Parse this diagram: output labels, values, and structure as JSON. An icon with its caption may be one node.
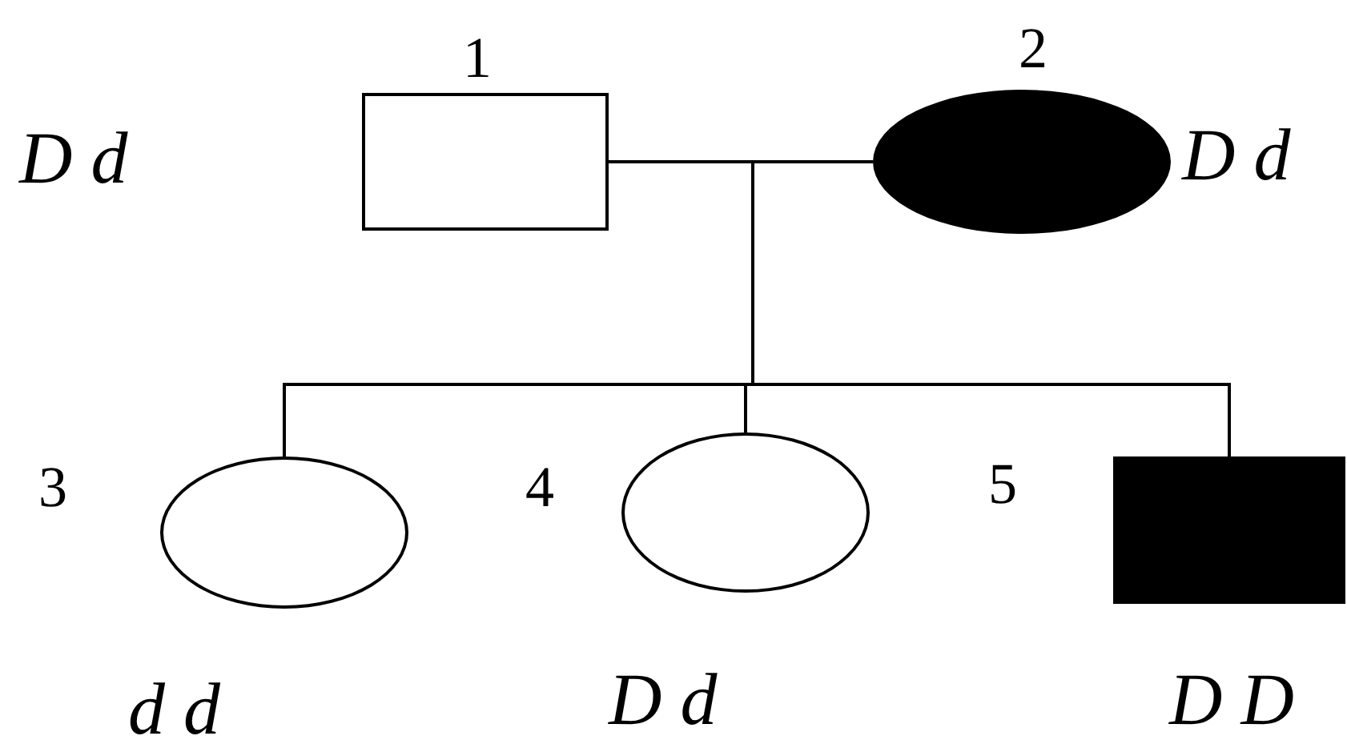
{
  "diagram": {
    "nodes": [
      {
        "text": [],
        "shape": "box",
        "beside": [
          "1",
          "D d"
        ]
      },
      {
        "text": [],
        "shape": "circle",
        "beside": [
          "2",
          "D d"
        ]
      },
      {
        "text": [],
        "shape": "circle",
        "beside": [
          "3",
          "d d"
        ]
      },
      {
        "text": [],
        "shape": "circle",
        "beside": [
          "4",
          "D d"
        ]
      },
      {
        "text": [],
        "shape": "box",
        "beside": [
          "5",
          "D D"
        ]
      }
    ],
    "edges": [
      {
        "from": 0,
        "to": 1,
        "arrow": "none"
      },
      {
        "from": 0,
        "to": 2,
        "arrow": "none"
      },
      {
        "from": 0,
        "to": 3,
        "arrow": "none"
      },
      {
        "from": 0,
        "to": 4,
        "arrow": "none"
      },
      {
        "from": 1,
        "to": 2,
        "arrow": "none"
      },
      {
        "from": 1,
        "to": 3,
        "arrow": "none"
      },
      {
        "from": 1,
        "to": 4,
        "arrow": "none"
      }
    ]
  }
}
